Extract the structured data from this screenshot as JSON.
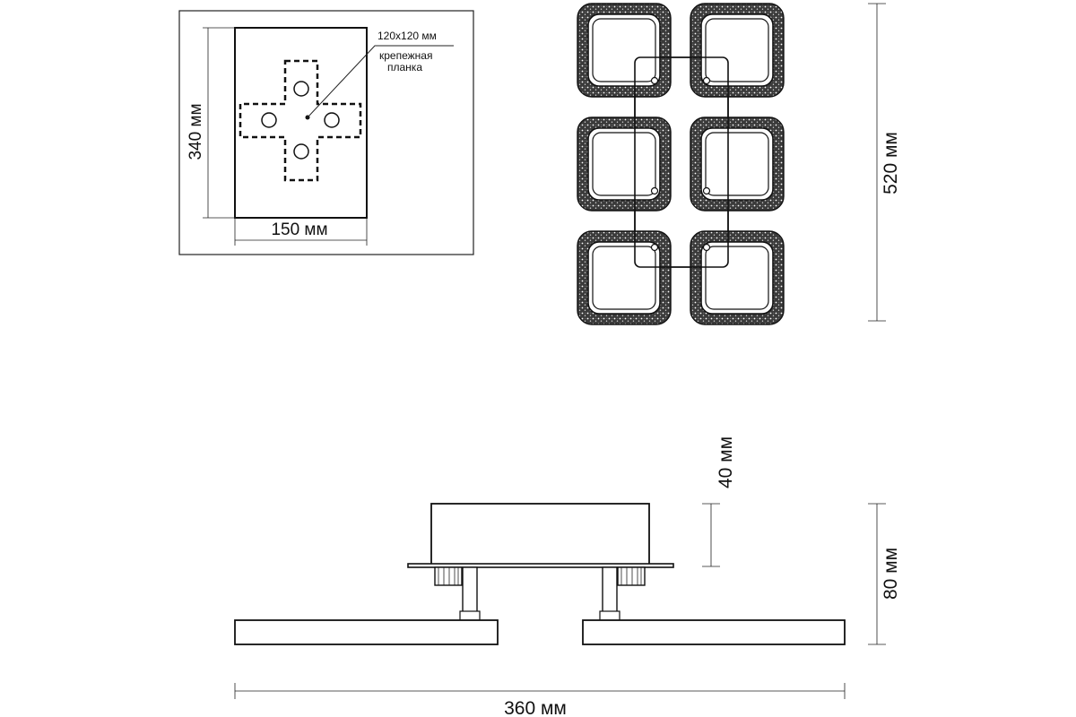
{
  "mount_plate": {
    "height_label": "340 мм",
    "width_label": "150 мм",
    "plate_size_label": "120x120 мм",
    "plate_name_line1": "крепежная",
    "plate_name_line2": "планка"
  },
  "top_view": {
    "height_label": "520 мм",
    "shade_count": 6
  },
  "side_view": {
    "base_height_label": "40 мм",
    "total_height_label": "80 мм",
    "total_width_label": "360 мм"
  },
  "colors": {
    "line": "#222222",
    "texture": "#2b2b2b"
  }
}
